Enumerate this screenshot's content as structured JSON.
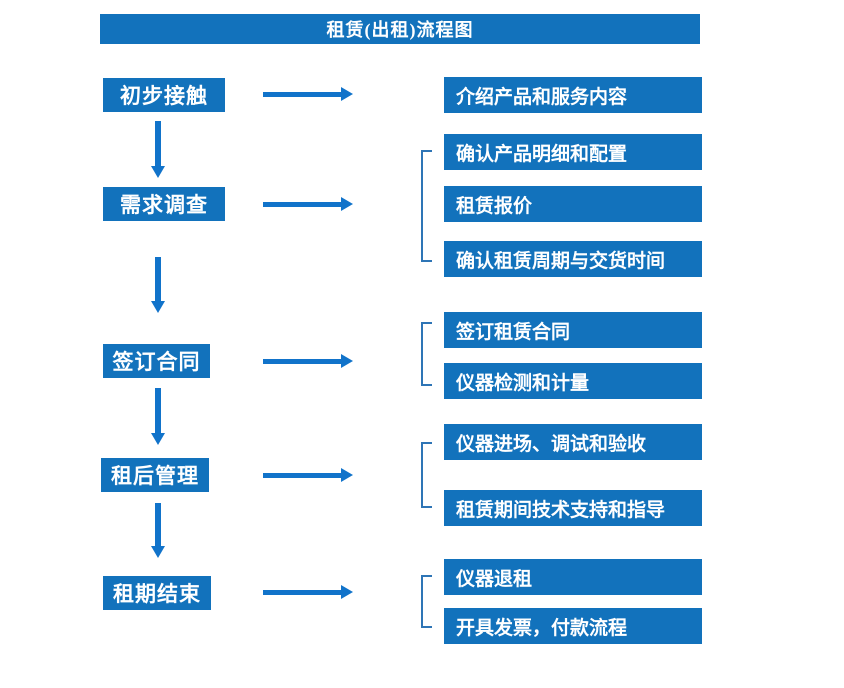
{
  "title": "租赁(出租)流程图",
  "colors": {
    "box_blue": "#1272BC",
    "arrow_blue": "#1173CA",
    "bracket_blue": "#2E75B6",
    "background": "#FFFFFF"
  },
  "stages": [
    {
      "label": "初步接触",
      "outputs": [
        "介绍产品和服务内容"
      ]
    },
    {
      "label": "需求调查",
      "outputs": [
        "确认产品明细和配置",
        "租赁报价",
        "确认租赁周期与交货时间"
      ]
    },
    {
      "label": "签订合同",
      "outputs": [
        "签订租赁合同",
        "仪器检测和计量"
      ]
    },
    {
      "label": "租后管理",
      "outputs": [
        "仪器进场、调试和验收",
        "租赁期间技术支持和指导"
      ]
    },
    {
      "label": "租期结束",
      "outputs": [
        "仪器退租",
        "开具发票，付款流程"
      ]
    }
  ]
}
